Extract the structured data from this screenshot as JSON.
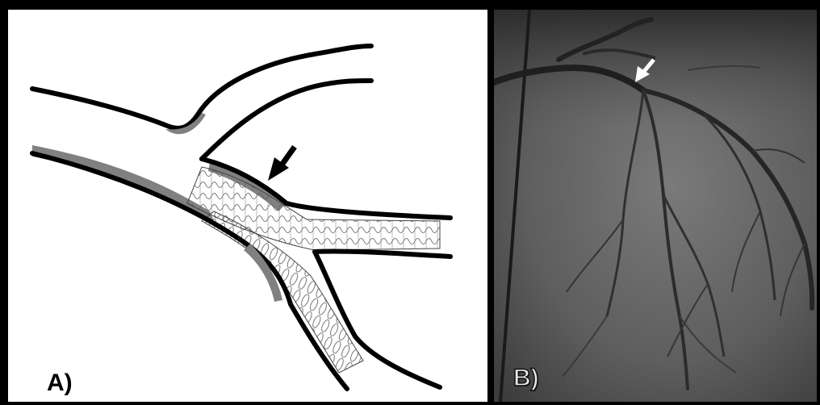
{
  "figure": {
    "panel_a": {
      "label": "A)",
      "description_icon": "stent-bifurcation-diagram",
      "arrow_color": "#000000",
      "vessel_wall_color": "#000000",
      "plaque_color": "#808080"
    },
    "panel_b": {
      "label": "B)",
      "description_icon": "coronary-angiogram",
      "arrow_color": "#ffffff"
    }
  }
}
